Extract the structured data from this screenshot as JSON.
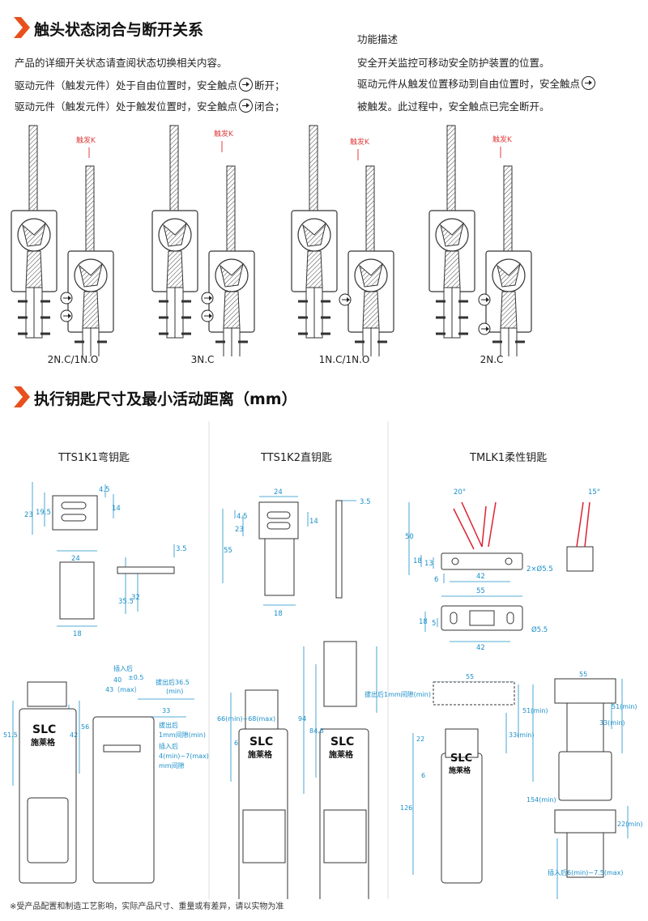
{
  "section1": {
    "title": "触头状态闭合与断开关系",
    "left_lines": [
      "产品的详细开关状态请查阅状态切换相关内容。",
      "驱动元件（触发元件）处于自由位置时，安全触点",
      "断开；",
      "驱动元件（触发元件）处于触发位置时，安全触点",
      "闭合；"
    ],
    "right_title": "功能描述",
    "right_lines": [
      "安全开关监控可移动安全防护装置的位置。",
      "驱动元件从触发位置移动到自由位置时，安全触点",
      "被触发。此过程中，安全触点已完全断开。"
    ],
    "trigger_label": "触发K",
    "configs": [
      "2N.C/1N.O",
      "3N.C",
      "1N.C/1N.O",
      "2N.C"
    ]
  },
  "section2": {
    "title": "执行钥匙尺寸及最小活动距离（mm）",
    "columns": [
      "TTS1K1弯钥匙",
      "TTS1K2直钥匙",
      "TMLK1柔性钥匙"
    ]
  },
  "dims": {
    "k1": [
      "4.5",
      "14",
      "23",
      "19.5",
      "24",
      "3.5",
      "35.5",
      "32",
      "18"
    ],
    "k1_lower": [
      "插入后",
      "40",
      "±0.5",
      "43（max）",
      "拔出后36.5",
      "(min)",
      "33",
      "拔出后",
      "1mm间隙(min)",
      "插入后",
      "4(min)~7(max)",
      "mm间隙",
      "51.5",
      "56",
      "42"
    ],
    "k2": [
      "24",
      "3.5",
      "4.5",
      "23",
      "14",
      "55",
      "18"
    ],
    "k2_lower": [
      "66(min)~68(max)",
      "6",
      "94",
      "84.5",
      "拔出后1mm间隙(min)"
    ],
    "k3": [
      "20°",
      "15°",
      "50",
      "18",
      "13",
      "6",
      "42",
      "55",
      "2×Ø5.5",
      "18",
      "5",
      "42",
      "Ø5.5"
    ],
    "k3_lower": [
      "55",
      "33(min)",
      "51(min)",
      "22",
      "6",
      "126",
      "154(min)",
      "55",
      "33(min)",
      "51(min)",
      "22(min)",
      "插入后6(min)~7.5(max)"
    ]
  },
  "brand": {
    "logo": "SLC",
    "name": "施莱格"
  },
  "footnote": "※受产品配置和制造工艺影响，实际产品尺寸、重量或有差异，请以实物为准",
  "colors": {
    "accent": "#e8501e",
    "dim": "#1b8fc9",
    "trigger": "#e04040"
  }
}
